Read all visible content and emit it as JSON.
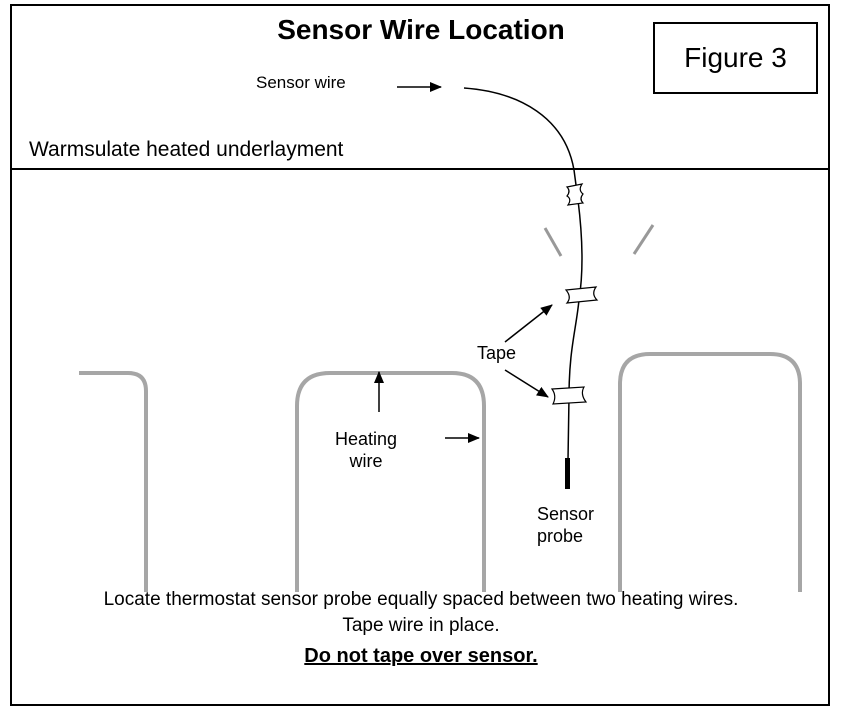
{
  "title": "Sensor Wire Location",
  "figure_label": "Figure 3",
  "labels": {
    "sensor_wire": "Sensor wire",
    "underlayment": "Warmsulate heated underlayment",
    "tape": "Tape",
    "heating_wire_line1": "Heating",
    "heating_wire_line2": "wire",
    "sensor_probe_line1": "Sensor",
    "sensor_probe_line2": "probe"
  },
  "caption": {
    "line1": "Locate thermostat sensor probe equally spaced between two heating wires.",
    "line2": "Tape wire in place.",
    "warning": "Do not tape over sensor."
  },
  "colors": {
    "heating_wire": "#a6a6a6",
    "ink": "#000000"
  }
}
